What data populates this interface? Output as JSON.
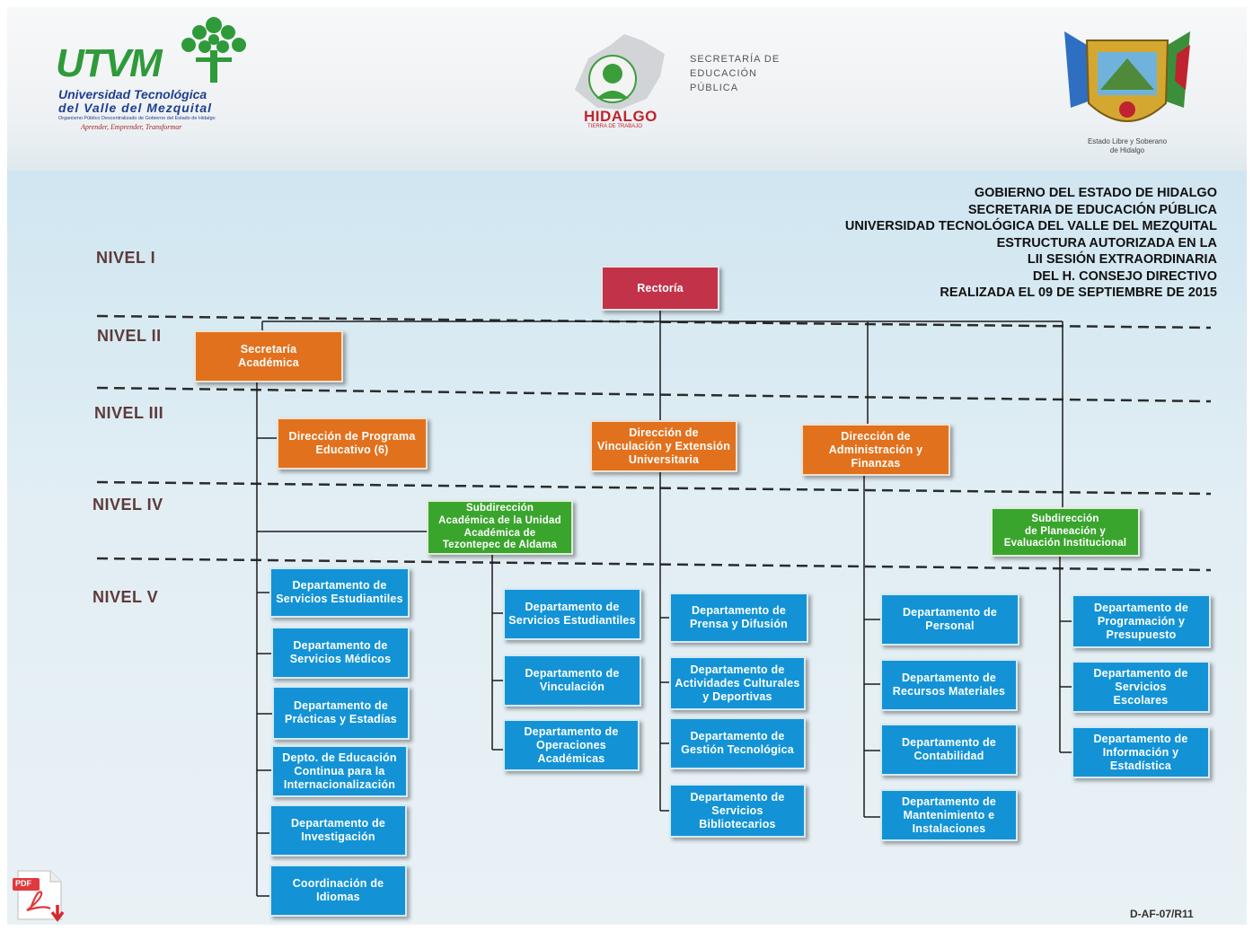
{
  "logos": {
    "utvm": {
      "mark": "UTVM",
      "name_line1": "Universidad Tecnológica",
      "name_line2": "del Valle del Mezquital",
      "subtitle": "Organismo Público Descentralizado de Gobierno del Estado de Hidalgo",
      "motto": "Aprender, Emprender, Transformar"
    },
    "sep": {
      "line1": "SECRETARÍA DE",
      "line2": "EDUCACIÓN",
      "line3": "PÚBLICA",
      "brand": "HIDALGO",
      "brand_sub": "TIERRA DE TRABAJO"
    },
    "estado": {
      "line1": "Estado Libre y Soberano",
      "line2": "de Hidalgo"
    }
  },
  "title_lines": [
    "GOBIERNO DEL ESTADO DE HIDALGO",
    "SECRETARIA DE EDUCACIÓN PÚBLICA",
    "UNIVERSIDAD TECNOLÓGICA DEL VALLE DEL MEZQUITAL",
    "ESTRUCTURA AUTORIZADA EN LA",
    "LII SESIÓN EXTRAORDINARIA",
    "DEL H. CONSEJO DIRECTIVO",
    "REALIZADA EL 09 DE SEPTIEMBRE DE 2015"
  ],
  "levels": [
    "NIVEL I",
    "NIVEL II",
    "NIVEL III",
    "NIVEL IV",
    "NIVEL V"
  ],
  "units": {
    "rectoria": "Rectoría",
    "secretaria_academica": "Secretaría\nAcadémica",
    "dir_programa_educativo": "Dirección de Programa\nEducativo (6)",
    "dir_vinculacion": "Dirección de\nVinculación y Extensión\nUniversitaria",
    "dir_administracion": "Dirección de\nAdministración y\nFinanzas",
    "sub_tezontepec": "Subdirección\nAcadémica de la Unidad\nAcadémica de\nTezontepec de Aldama",
    "sub_planeacion": "Subdirección\nde Planeación y\nEvaluación Institucional",
    "col1": [
      "Departamento de\nServicios Estudiantiles",
      "Departamento de\nServicios Médicos",
      "Departamento de\nPrácticas y Estadías",
      "Depto. de Educación\nContinua para la\nInternacionalización",
      "Departamento de\nInvestigación",
      "Coordinación de\nIdiomas"
    ],
    "col2": [
      "Departamento de\nServicios Estudiantiles",
      "Departamento de\nVinculación",
      "Departamento de\nOperaciones\nAcadémicas"
    ],
    "col3": [
      "Departamento de\nPrensa y Difusión",
      "Departamento de\nActividades Culturales\ny Deportivas",
      "Departamento de\nGestión Tecnológica",
      "Departamento de\nServicios\nBibliotecarios"
    ],
    "col4": [
      "Departamento de\nPersonal",
      "Departamento de\nRecursos Materiales",
      "Departamento de\nContabilidad",
      "Departamento de\nMantenimiento e\nInstalaciones"
    ],
    "col5": [
      "Departamento de\nProgramación y\nPresupuesto",
      "Departamento de\nServicios\nEscolares",
      "Departamento de\nInformación y\nEstadística"
    ]
  },
  "footer_code": "D-AF-07/R11",
  "pdf_badge": "PDF",
  "colors": {
    "red": "#c2334a",
    "orange": "#e2711d",
    "green": "#3aa52d",
    "blue": "#1393d6",
    "utvm_green": "#2f9a3a",
    "utvm_blue": "#1f3f8f"
  }
}
